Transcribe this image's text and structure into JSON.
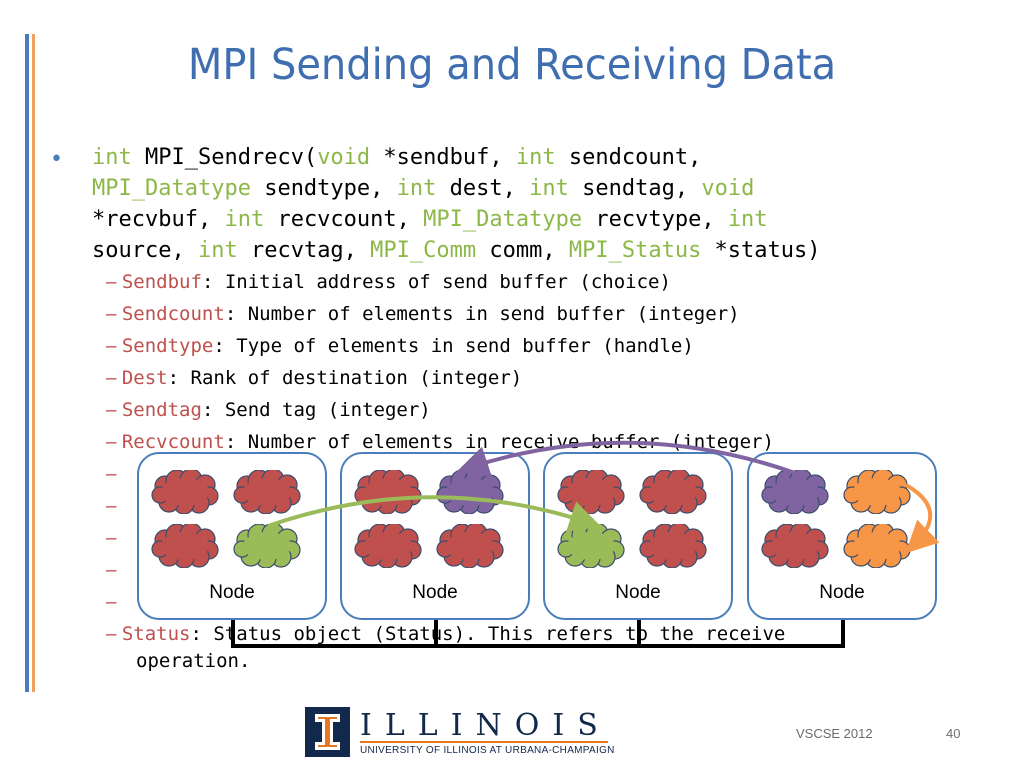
{
  "slide": {
    "title": "MPI Sending and Receiving Data",
    "bullet_symbol": "•",
    "signature_lines": [
      [
        {
          "t": "int",
          "k": 1
        },
        {
          "t": " MPI_Sendrecv(",
          "k": 0
        },
        {
          "t": "void",
          "k": 1
        },
        {
          "t": " *sendbuf, ",
          "k": 0
        },
        {
          "t": "int",
          "k": 1
        },
        {
          "t": " sendcount,",
          "k": 0
        }
      ],
      [
        {
          "t": "MPI_Datatype",
          "k": 1
        },
        {
          "t": " sendtype, ",
          "k": 0
        },
        {
          "t": "int",
          "k": 1
        },
        {
          "t": " dest, ",
          "k": 0
        },
        {
          "t": "int",
          "k": 1
        },
        {
          "t": " sendtag, ",
          "k": 0
        },
        {
          "t": "void",
          "k": 1
        }
      ],
      [
        {
          "t": "*recvbuf, ",
          "k": 0
        },
        {
          "t": "int",
          "k": 1
        },
        {
          "t": " recvcount, ",
          "k": 0
        },
        {
          "t": "MPI_Datatype",
          "k": 1
        },
        {
          "t": " recvtype, ",
          "k": 0
        },
        {
          "t": "int",
          "k": 1
        }
      ],
      [
        {
          "t": "source, ",
          "k": 0
        },
        {
          "t": "int",
          "k": 1
        },
        {
          "t": " recvtag, ",
          "k": 0
        },
        {
          "t": "MPI_Comm",
          "k": 1
        },
        {
          "t": " comm, ",
          "k": 0
        },
        {
          "t": "MPI_Status",
          "k": 1
        },
        {
          "t": " *status)",
          "k": 0
        }
      ]
    ],
    "sub_items": [
      {
        "dash": "–",
        "term": "Sendbuf",
        "desc": ": Initial address of send buffer (choice)"
      },
      {
        "dash": "–",
        "term": "Sendcount",
        "desc": ": Number of elements in send buffer (integer)"
      },
      {
        "dash": "–",
        "term": "Sendtype",
        "desc": ": Type of elements in send buffer (handle)"
      },
      {
        "dash": "–",
        "term": "Dest",
        "desc": ": Rank of destination (integer)"
      },
      {
        "dash": "–",
        "term": "Sendtag",
        "desc": ": Send tag (integer)"
      },
      {
        "dash": "–",
        "term": "Recvcount",
        "desc": ": Number of elements in receive buffer (integer)"
      },
      {
        "dash": "–",
        "term": "",
        "desc": ""
      },
      {
        "dash": "–",
        "term": "",
        "desc": ""
      },
      {
        "dash": "–",
        "term": "",
        "desc": ""
      },
      {
        "dash": "–",
        "term": "",
        "desc": ""
      },
      {
        "dash": "–",
        "term": "",
        "desc": ""
      },
      {
        "dash": "–",
        "term": "Status",
        "desc": ": Status object (Status). This refers to the receive"
      }
    ],
    "status_continuation": "operation.",
    "footer": {
      "logo_word": "ILLINOIS",
      "logo_sub": "UNIVERSITY OF ILLINOIS AT URBANA-CHAMPAIGN",
      "event": "VSCSE 2012",
      "page_number": "40"
    }
  },
  "diagram": {
    "node_label": "Node",
    "nodes": [
      {
        "clouds": [
          "#c0504d",
          "#c0504d",
          "#c0504d",
          "#9bbb59"
        ]
      },
      {
        "clouds": [
          "#c0504d",
          "#8064a2",
          "#c0504d",
          "#c0504d"
        ]
      },
      {
        "clouds": [
          "#c0504d",
          "#c0504d",
          "#9bbb59",
          "#c0504d"
        ]
      },
      {
        "clouds": [
          "#8064a2",
          "#f79646",
          "#c0504d",
          "#f79646"
        ]
      }
    ],
    "colors": {
      "node_border": "#4a7ebb",
      "arrow_purple": "#8064a2",
      "arrow_green": "#9bbb59",
      "arrow_orange": "#f79646"
    }
  }
}
